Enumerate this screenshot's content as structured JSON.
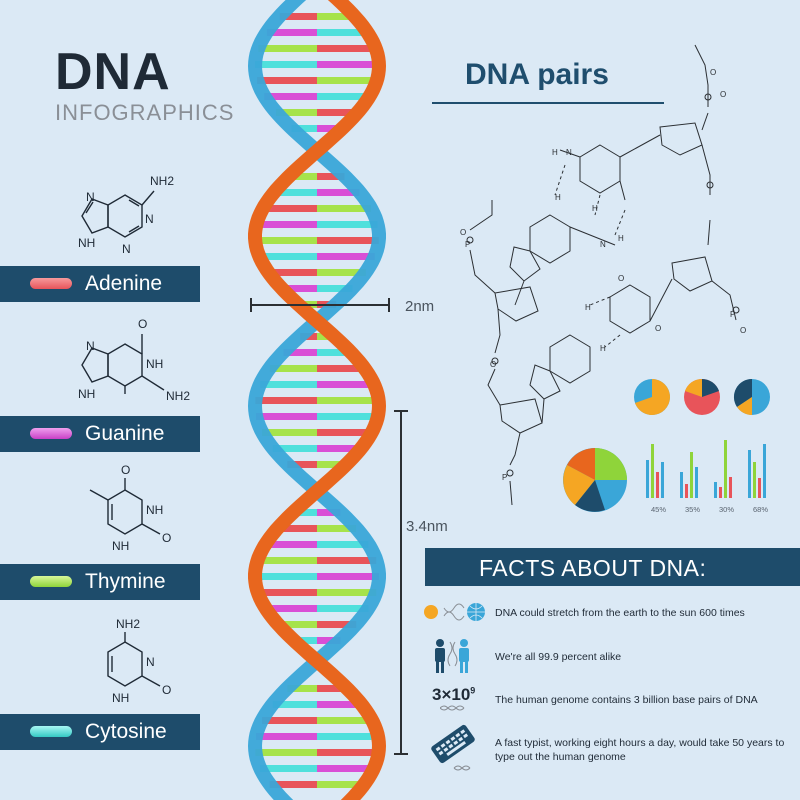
{
  "header": {
    "title": "DNA",
    "subtitle": "INFOGRAPHICS"
  },
  "bases": [
    {
      "name": "Adenine",
      "color": "#e8545a",
      "formula_labels": [
        "NH2",
        "N",
        "N",
        "N",
        "NH"
      ]
    },
    {
      "name": "Guanine",
      "color": "#d94fd6",
      "formula_labels": [
        "O",
        "N",
        "NH",
        "NH",
        "NH2"
      ]
    },
    {
      "name": "Thymine",
      "color": "#a6e34b",
      "formula_labels": [
        "O",
        "NH",
        "NH",
        "O"
      ]
    },
    {
      "name": "Cytosine",
      "color": "#4fe0dc",
      "formula_labels": [
        "NH2",
        "N",
        "NH",
        "O"
      ]
    }
  ],
  "dimensions": {
    "width_label": "2nm",
    "pitch_label": "3.4nm"
  },
  "pairs": {
    "title": "DNA pairs"
  },
  "stats": {
    "percent_labels": [
      "45%",
      "35%",
      "30%",
      "68%"
    ]
  },
  "facts": {
    "title": "FACTS ABOUT DNA:",
    "items": [
      "DNA could stretch from the earth to the sun 600 times",
      "We're all 99.9 percent alike",
      "The human genome contains 3 billion base pairs of DNA",
      "A fast typist, working eight hours a day, would take 50 years to type out the human genome"
    ],
    "number_badge": {
      "base": "3×10",
      "exponent": "9"
    }
  },
  "colors": {
    "navy": "#1e4c6b",
    "orange": "#e8661e",
    "blue": "#3aa6d8",
    "background": "#dbe9f5"
  }
}
